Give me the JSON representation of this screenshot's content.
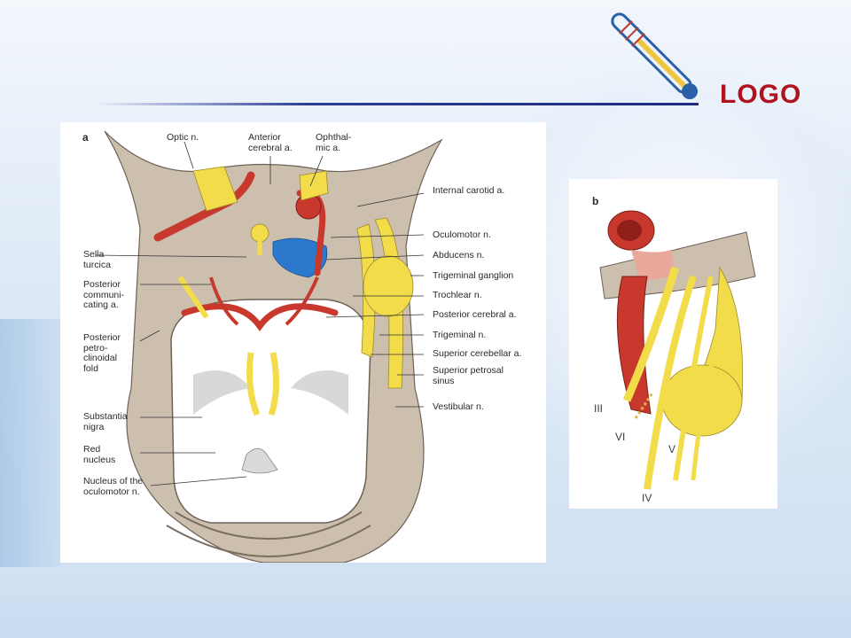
{
  "logo": "LOGO",
  "figure_a": {
    "panel": "a",
    "labels": {
      "optic": "Optic n.",
      "anterior_cerebral": "Anterior\ncerebral a.",
      "ophthalmic": "Ophthal-\nmic a.",
      "internal_carotid": "Internal carotid a.",
      "oculomotor": "Oculomotor n.",
      "abducens": "Abducens n.",
      "trigeminal_ganglion": "Trigeminal ganglion",
      "trochlear": "Trochlear n.",
      "posterior_cerebral": "Posterior cerebral a.",
      "trigeminal": "Trigeminal n.",
      "superior_cerebellar": "Superior cerebellar a.",
      "superior_petrosal": "Superior petrosal\nsinus",
      "vestibular": "Vestibular n.",
      "sella_turcica": "Sella\nturcica",
      "posterior_communicating": "Posterior\ncommuni-\ncating a.",
      "posterior_petroclinoidal": "Posterior\npetro-\nclinoidal\nfold",
      "substantia_nigra": "Substantia\nnigra",
      "red_nucleus": "Red\nnucleus",
      "oculomotor_nucleus": "Nucleus of the\noculomotor n."
    }
  },
  "figure_b": {
    "panel": "b",
    "labels": {
      "iii": "III",
      "vi": "VI",
      "v": "V",
      "iv": "IV"
    }
  },
  "colors": {
    "logo": "#b0121e",
    "artery": "#c8382c",
    "nerve": "#f2dc4a",
    "tissue": "#cdbfae",
    "sinus": "#1f6fc4"
  }
}
